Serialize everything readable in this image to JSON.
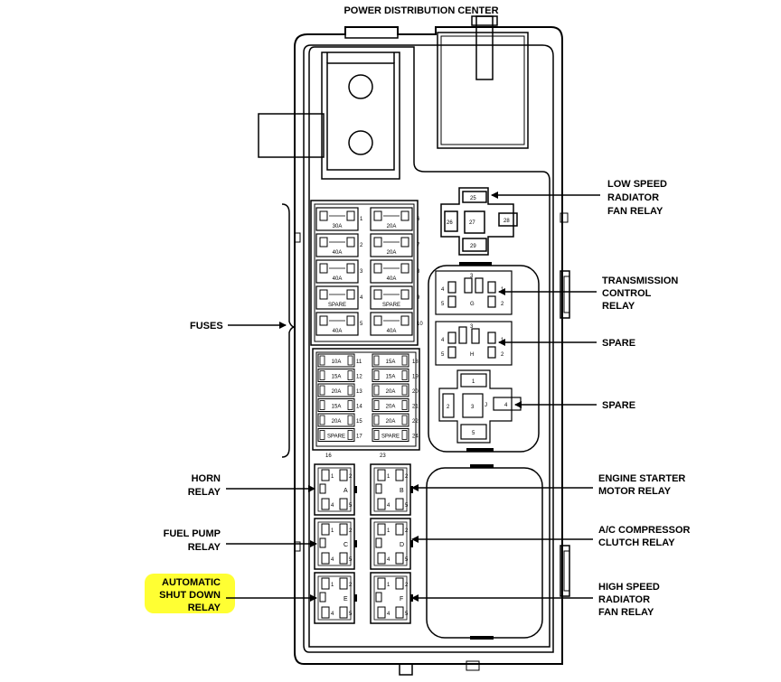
{
  "title": "POWER DISTRIBUTION CENTER",
  "highlight_color": "#ffff33",
  "labels": {
    "low_speed": [
      "LOW SPEED",
      "RADIATOR",
      "FAN RELAY"
    ],
    "transmission": [
      "TRANSMISSION",
      "CONTROL",
      "RELAY"
    ],
    "spare1": [
      "SPARE"
    ],
    "spare2": [
      "SPARE"
    ],
    "fuses": [
      "FUSES"
    ],
    "horn": [
      "HORN",
      "RELAY"
    ],
    "fuel_pump": [
      "FUEL PUMP",
      "RELAY"
    ],
    "asd": [
      "AUTOMATIC",
      "SHUT DOWN",
      "RELAY"
    ],
    "engine_starter": [
      "ENGINE STARTER",
      "MOTOR RELAY"
    ],
    "ac_compressor": [
      "A/C COMPRESSOR",
      "CLUTCH RELAY"
    ],
    "high_speed": [
      "HIGH SPEED",
      "RADIATOR",
      "FAN RELAY"
    ]
  },
  "maxi_fuses": {
    "left": [
      "30A",
      "40A",
      "40A",
      "SPARE",
      "40A"
    ],
    "left_nums": [
      "1",
      "2",
      "3",
      "4",
      "5"
    ],
    "right": [
      "20A",
      "20A",
      "40A",
      "SPARE",
      "40A"
    ],
    "right_nums": [
      "6",
      "7",
      "8",
      "9",
      "10"
    ]
  },
  "mini_fuses": {
    "left": [
      "10A",
      "15A",
      "20A",
      "15A",
      "20A",
      "SPARE"
    ],
    "left_nums": [
      "11",
      "12",
      "13",
      "14",
      "15",
      "17"
    ],
    "right": [
      "15A",
      "15A",
      "20A",
      "20A",
      "20A",
      "SPARE"
    ],
    "right_nums": [
      "18",
      "19",
      "20",
      "21",
      "22",
      "24"
    ],
    "bottom_nums": [
      "16",
      "23"
    ]
  },
  "relay_letters": [
    "A",
    "B",
    "C",
    "D",
    "E",
    "F"
  ],
  "relay_pins": [
    "1",
    "2",
    "4",
    "5"
  ],
  "low_speed_pins": [
    "25",
    "26",
    "27",
    "28",
    "29"
  ],
  "g_relay": {
    "pins": [
      "4",
      "3",
      "1",
      "5",
      "2"
    ],
    "letter": "G"
  },
  "h_relay": {
    "pins": [
      "4",
      "3",
      "1",
      "5",
      "2"
    ],
    "letter": "H"
  },
  "j_relay": {
    "pins": [
      "1",
      "2",
      "3",
      "4",
      "5"
    ],
    "letter": "J"
  }
}
